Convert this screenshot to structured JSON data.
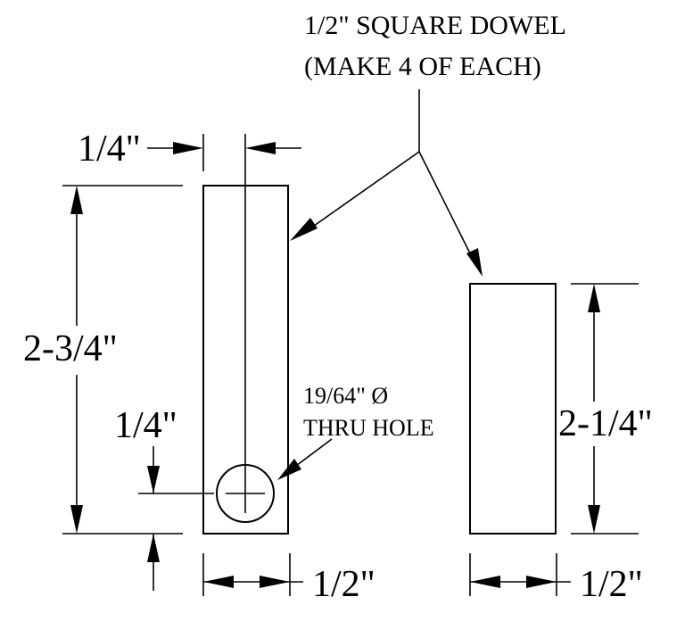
{
  "note": {
    "line1": "1/2\" SQUARE DOWEL",
    "line2": "(MAKE 4 OF EACH)"
  },
  "hole_note": {
    "line1": "19/64\" Ø",
    "line2": "THRU HOLE"
  },
  "dimensions": {
    "left_part_height": "2-3/4\"",
    "hole_offset_top": "1/4\"",
    "hole_offset_side": "1/4\"",
    "left_part_width": "1/2\"",
    "right_part_height": "2-1/4\"",
    "right_part_width": "1/2\""
  }
}
